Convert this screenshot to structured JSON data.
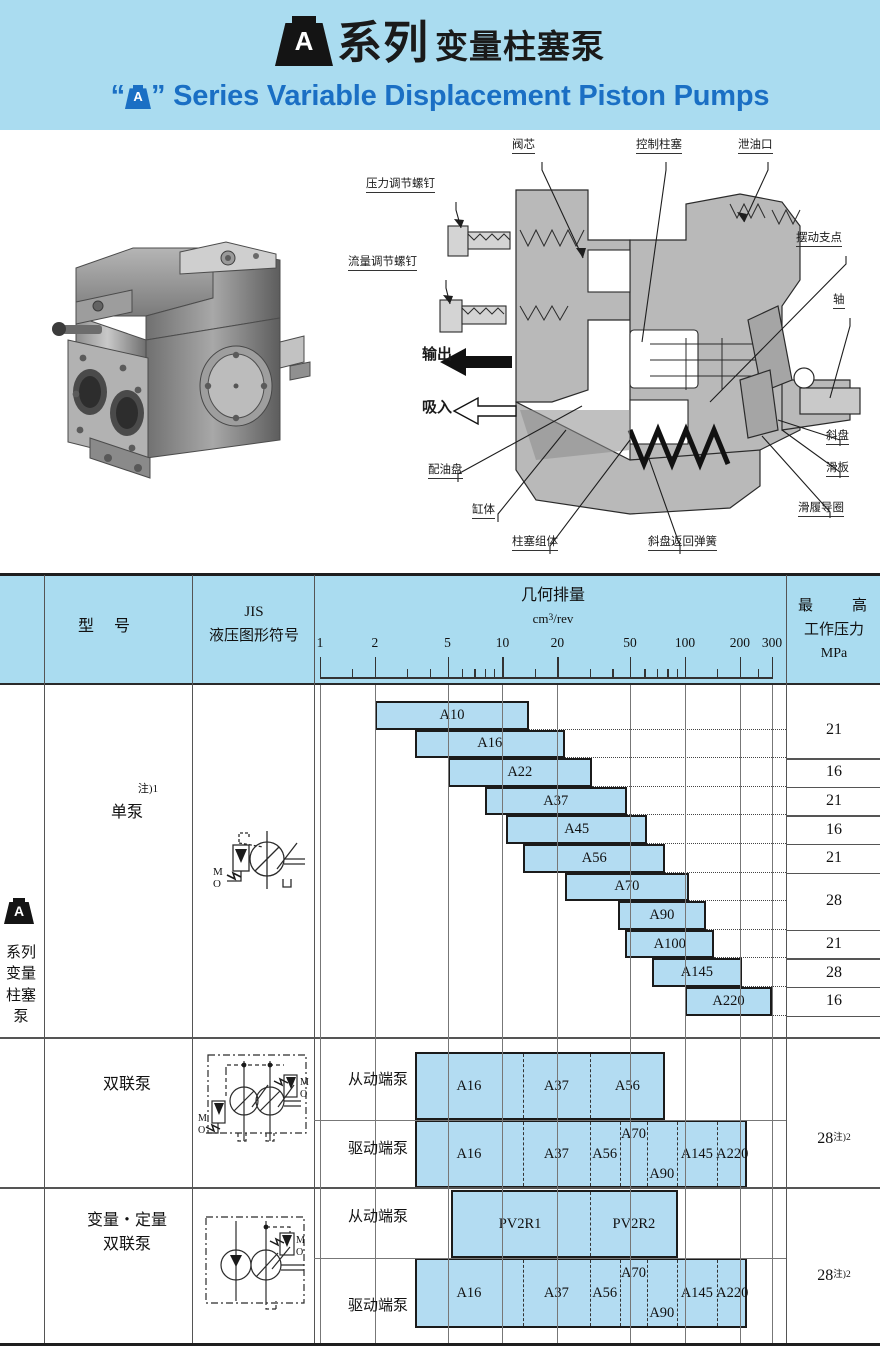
{
  "header": {
    "title_cn_main": "系列",
    "title_cn_sub": "变量柱塞泵",
    "title_en": "Series Variable Displacement Piston Pumps",
    "logo_letter": "A",
    "quote_open": "“",
    "quote_close": "”",
    "bg_color": "#aadcf0",
    "en_color": "#1a6fc4"
  },
  "figure": {
    "photo_alt": "variable-displacement-piston-pump-photo",
    "diagram_alt": "pump-cutaway-cross-section",
    "labels": {
      "valve_spool": "阀芯",
      "control_piston": "控制柱塞",
      "drain_port": "泄油口",
      "pressure_adjust_screw": "压力调节螺钉",
      "flow_adjust_screw": "流量调节螺钉",
      "swing_pivot": "摆动支点",
      "shaft": "轴",
      "outlet": "输出",
      "suction": "吸入",
      "valve_plate": "配油盘",
      "cylinder_block": "缸体",
      "piston_assembly": "柱塞组体",
      "swash_return_spring": "斜盘返回弹簧",
      "swash_plate": "斜盘",
      "slide_plate": "滑板",
      "shoe_guide_ring": "滑履导圈"
    }
  },
  "table": {
    "headers": {
      "model": "型　号",
      "jis_line1": "JIS",
      "jis_line2": "液压图形符号",
      "displacement_line1": "几何排量",
      "displacement_unit": "cm",
      "displacement_unit_sup": "3",
      "displacement_unit_rest": "/rev",
      "pressure_line1": "最　　高",
      "pressure_line2": "工作压力",
      "pressure_line3": "MPa"
    },
    "scale": {
      "ticks": [
        "1",
        "2",
        "5",
        "10",
        "20",
        "50",
        "100",
        "200",
        "300"
      ],
      "min": 1,
      "max": 300
    },
    "side_label": {
      "logo": "A",
      "text": "系列变量柱塞泵"
    },
    "groups": [
      {
        "name": "单泵",
        "note": "注)1",
        "jis": "single-pump-symbol",
        "rows": [
          {
            "model": "A10",
            "from": 2.0,
            "to": 14.0,
            "pressure": "21",
            "pressure_span": 2
          },
          {
            "model": "A16",
            "from": 3.3,
            "to": 22.0,
            "pressure": "",
            "pressure_span": 0
          },
          {
            "model": "A22",
            "from": 5.0,
            "to": 31.0,
            "pressure": "16",
            "pressure_span": 1
          },
          {
            "model": "A37",
            "from": 8.0,
            "to": 48.0,
            "pressure": "21",
            "pressure_span": 1
          },
          {
            "model": "A45",
            "from": 10.5,
            "to": 62.0,
            "pressure": "16",
            "pressure_span": 1
          },
          {
            "model": "A56",
            "from": 13.0,
            "to": 78.0,
            "pressure": "21",
            "pressure_span": 1
          },
          {
            "model": "A70",
            "from": 22.0,
            "to": 105.0,
            "pressure": "28",
            "pressure_span": 2
          },
          {
            "model": "A90",
            "from": 43.0,
            "to": 130.0,
            "pressure": "",
            "pressure_span": 0
          },
          {
            "model": "A100",
            "from": 47.0,
            "to": 145.0,
            "pressure": "21",
            "pressure_span": 1
          },
          {
            "model": "A145",
            "from": 66.0,
            "to": 205.0,
            "pressure": "28",
            "pressure_span": 1
          },
          {
            "model": "A220",
            "from": 100.0,
            "to": 300.0,
            "pressure": "16",
            "pressure_span": 1
          }
        ]
      },
      {
        "name": "双联泵",
        "note": "",
        "jis": "double-pump-symbol",
        "pressure": "28",
        "pressure_note": "注)2",
        "subrows": [
          {
            "label": "从动端泵",
            "from": 3.3,
            "to": 78.0,
            "segments": [
              {
                "model": "A16",
                "from": 3.3,
                "to": 13.0
              },
              {
                "model": "A37",
                "from": 13.0,
                "to": 30.0
              },
              {
                "model": "A56",
                "from": 30.0,
                "to": 78.0
              }
            ]
          },
          {
            "label": "驱动端泵",
            "from": 3.3,
            "to": 220.0,
            "segments": [
              {
                "model": "A16",
                "from": 3.3,
                "to": 13.0
              },
              {
                "model": "A37",
                "from": 13.0,
                "to": 30.0
              },
              {
                "model": "A56",
                "from": 30.0,
                "to": 44.0
              },
              {
                "model": "A70",
                "from": 44.0,
                "to": 62.0
              },
              {
                "model": "A90",
                "from": 62.0,
                "to": 90.0
              },
              {
                "model": "A145",
                "from": 90.0,
                "to": 150.0
              },
              {
                "model": "A220",
                "from": 150.0,
                "to": 220.0
              }
            ]
          }
        ]
      },
      {
        "name": "变量・定量\n双联泵",
        "name_line1": "变量・定量",
        "name_line2": "双联泵",
        "note": "",
        "jis": "variable-fixed-double-pump-symbol",
        "pressure": "28",
        "pressure_note": "注)2",
        "subrows": [
          {
            "label": "从动端泵",
            "from": 5.2,
            "to": 92.0,
            "segments": [
              {
                "model": "PV2R1",
                "from": 5.2,
                "to": 30.0
              },
              {
                "model": "PV2R2",
                "from": 30.0,
                "to": 92.0
              }
            ]
          },
          {
            "label": "驱动端泵",
            "from": 3.3,
            "to": 220.0,
            "segments": [
              {
                "model": "A16",
                "from": 3.3,
                "to": 13.0
              },
              {
                "model": "A37",
                "from": 13.0,
                "to": 30.0
              },
              {
                "model": "A56",
                "from": 30.0,
                "to": 44.0
              },
              {
                "model": "A70",
                "from": 44.0,
                "to": 62.0
              },
              {
                "model": "A90",
                "from": 62.0,
                "to": 90.0
              },
              {
                "model": "A145",
                "from": 90.0,
                "to": 150.0
              },
              {
                "model": "A220",
                "from": 150.0,
                "to": 220.0
              }
            ]
          }
        ]
      }
    ]
  },
  "colors": {
    "bar_fill": "#b3dcf2",
    "header_bg": "#aadcf0",
    "accent_blue": "#1a6fc4",
    "rule": "#4a4a4a"
  }
}
